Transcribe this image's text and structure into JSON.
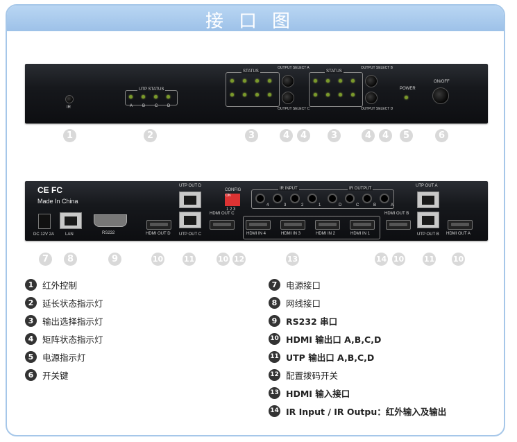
{
  "header": {
    "title": "接口图"
  },
  "front_panel": {
    "ir": "IR",
    "utp_status": "UTP STATUS",
    "utp_letters": [
      "A",
      "B",
      "C",
      "D"
    ],
    "status": "STATUS",
    "output_select_a": "OUTPUT SELECT A",
    "output_select_b": "OUTPUT SELECT B",
    "output_select_c": "OUTPUT SELECT C",
    "output_select_d": "OUTPUT SELECT D",
    "power": "POWER",
    "on_off": "ON/OFF"
  },
  "front_callouts": [
    "1",
    "2",
    "3",
    "4",
    "4",
    "3",
    "4",
    "4",
    "5",
    "6"
  ],
  "back_panel": {
    "certs": "CE FC",
    "made_in": "Made In China",
    "dc": "DC 12V 2A",
    "lan": "LAN",
    "rs232": "RS232",
    "hdmi_out_d": "HDMI OUT D",
    "utp_out_d": "UTP OUT D",
    "utp_out_c": "UTP OUT C",
    "hdmi_out_c": "HDMI OUT C",
    "config": "CONFIG",
    "config_on": "ON",
    "config_nums": "1 2 3",
    "ir_input": "IR INPUT",
    "ir_output": "IR OUTPUT",
    "ir_labels": [
      "4",
      "3",
      "2",
      "1",
      "D",
      "C",
      "B",
      "A"
    ],
    "hdmi_in_4": "HDMI IN 4",
    "hdmi_in_3": "HDMI IN 3",
    "hdmi_in_2": "HDMI IN 2",
    "hdmi_in_1": "HDMI IN 1",
    "hdmi_out_b": "HDMI OUT B",
    "utp_out_a": "UTP OUT A",
    "utp_out_b": "UTP OUT B",
    "hdmi_out_a": "HDMI OUT A"
  },
  "back_callouts": [
    "7",
    "8",
    "9",
    "10",
    "11",
    "10",
    "12",
    "13",
    "14",
    "10",
    "11",
    "10"
  ],
  "legend_left": [
    {
      "n": "1",
      "text": "红外控制"
    },
    {
      "n": "2",
      "text": "延长状态指示灯"
    },
    {
      "n": "3",
      "text": "输出选择指示灯"
    },
    {
      "n": "4",
      "text": "矩阵状态指示灯"
    },
    {
      "n": "5",
      "text": "电源指示灯"
    },
    {
      "n": "6",
      "text": "开关键"
    }
  ],
  "legend_right": [
    {
      "n": "7",
      "text": "电源接口"
    },
    {
      "n": "8",
      "text": "网线接口"
    },
    {
      "n": "9",
      "text": "RS232 串口"
    },
    {
      "n": "10",
      "text": "HDMI 输出口 A,B,C,D"
    },
    {
      "n": "11",
      "text": "UTP 输出口 A,B,C,D"
    },
    {
      "n": "12",
      "text": "配置拨码开关"
    },
    {
      "n": "13",
      "text": "HDMI 输入接口"
    },
    {
      "n": "14",
      "text": "IR Input / IR Outpu：红外输入及输出"
    }
  ]
}
